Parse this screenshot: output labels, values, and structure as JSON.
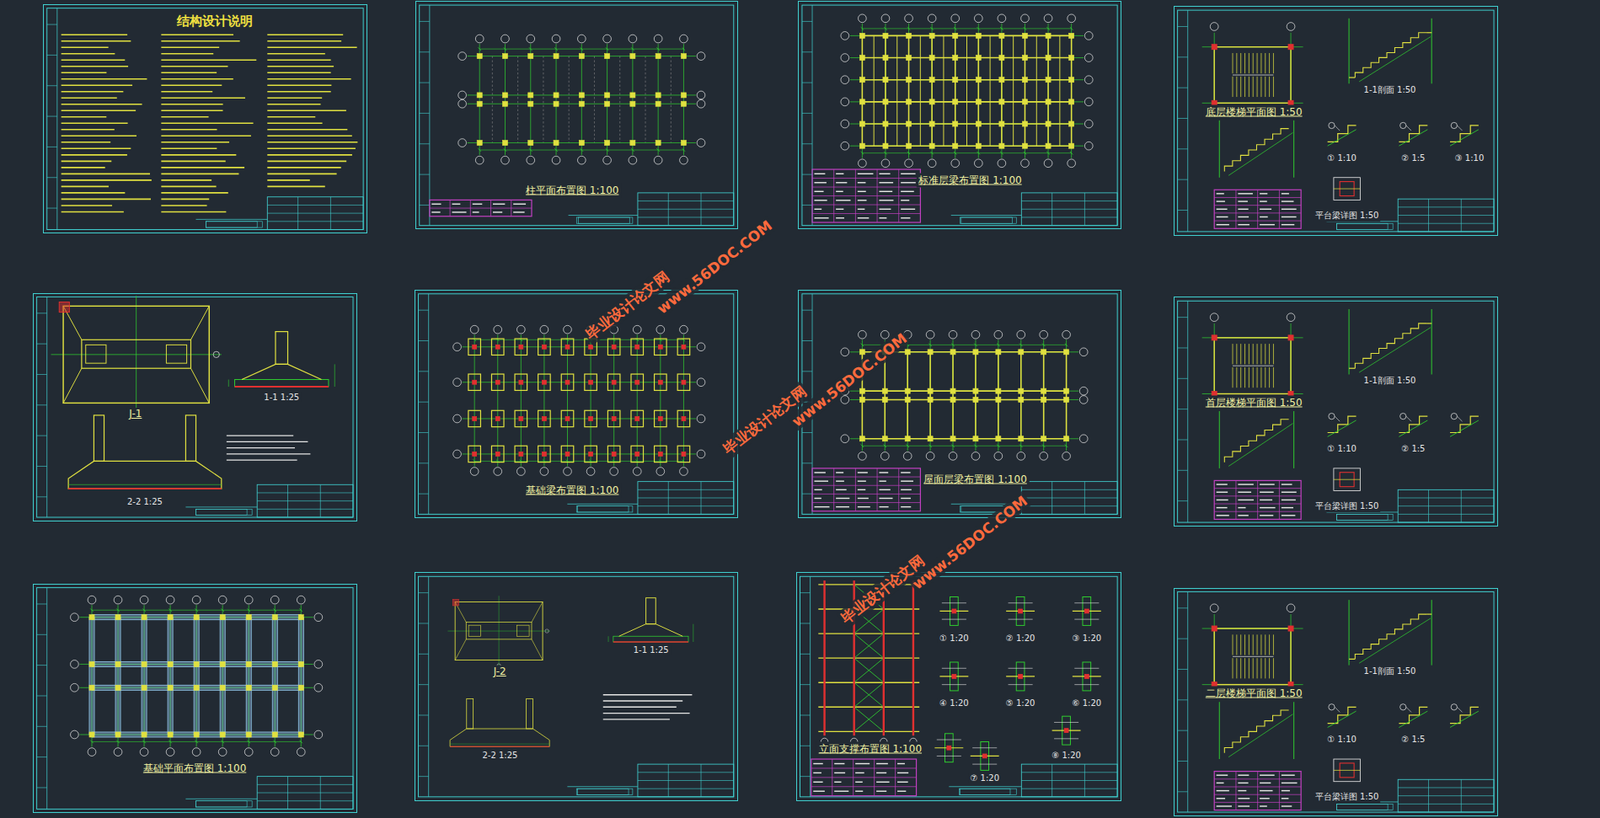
{
  "diagram": {
    "nodes": [
      {
        "text": [
          "结构设计说明"
        ]
      },
      {
        "text": [
          "柱平面布置图 1:100"
        ]
      },
      {
        "text": [
          "标准层梁布置图 1:100"
        ]
      },
      {
        "text": [
          "底层楼梯平面图 1:50"
        ]
      },
      {
        "text": [
          "J-1"
        ]
      },
      {
        "text": [
          "基础梁布置图 1:100"
        ]
      },
      {
        "text": [
          "屋面层梁布置图 1:100"
        ]
      },
      {
        "text": [
          "首层楼梯平面图 1:50"
        ]
      },
      {
        "text": [
          "基础平面布置图 1:100"
        ]
      },
      {
        "text": [
          "J-2"
        ]
      },
      {
        "text": [
          "立面支撑布置图 1:100"
        ]
      },
      {
        "text": [
          "二层楼梯平面图 1:50"
        ]
      }
    ],
    "labels": [
      "1-1剖面 1:50",
      "① 1:10",
      "② 1:5",
      "③ 1:10",
      "平台梁详图 1:50",
      "1-1 1:25",
      "2-2 1:25",
      "1-1剖面 1:50",
      "① 1:10",
      "② 1:5",
      "平台梁详图 1:50",
      "1-1 1:25",
      "2-2 1:25",
      "① 1:20",
      "② 1:20",
      "③ 1:20",
      "④ 1:20",
      "⑤ 1:20",
      "⑥ 1:20",
      "⑦ 1:20",
      "⑧ 1:20",
      "1-1剖面 1:50",
      "① 1:10",
      "② 1:5",
      "平台梁详图 1:50",
      "毕业设计论文网",
      "www.56DOC.COM",
      "毕业设计论文网",
      "www.56DOC.COM",
      "毕业设计论文网",
      "www.56DOC.COM"
    ]
  }
}
